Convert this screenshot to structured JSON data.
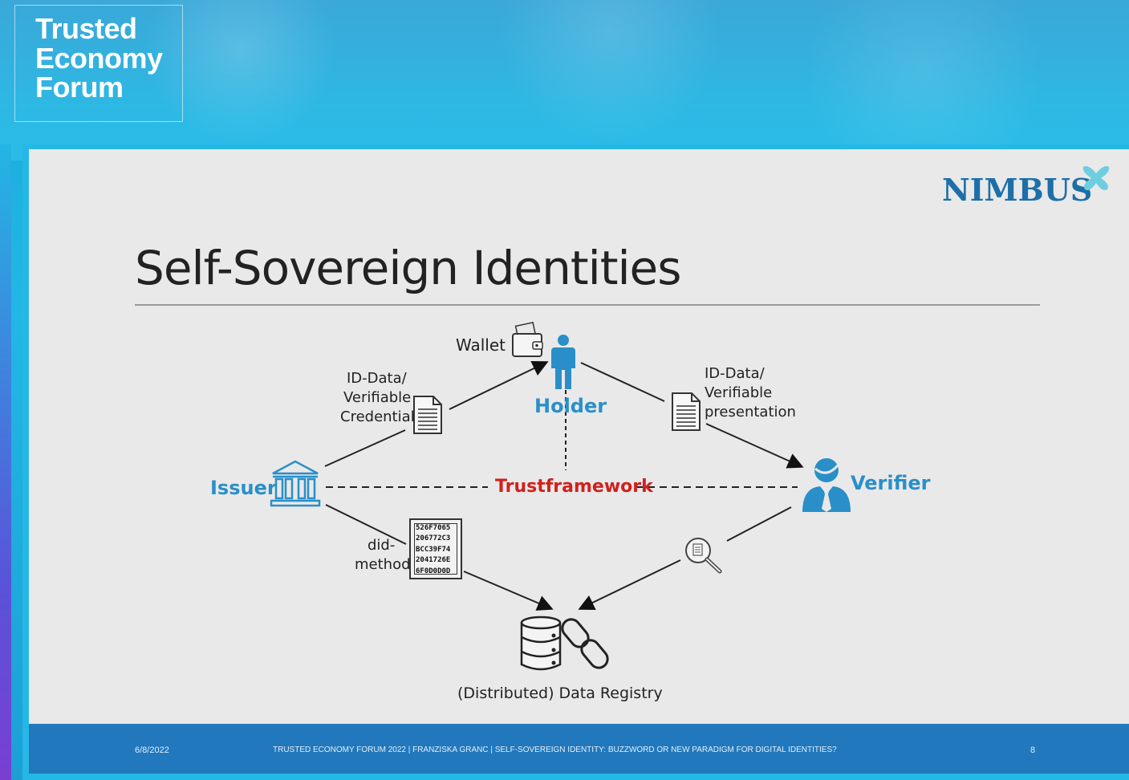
{
  "header": {
    "logo_lines": [
      "Trusted",
      "Economy",
      "Forum"
    ]
  },
  "slide": {
    "brand": "NIMBUS",
    "brand_color": "#1d6fa8",
    "title": "Self-Sovereign Identities",
    "diagram": {
      "wallet": "Wallet",
      "holder": "Holder",
      "issuer": "Issuer",
      "verifier": "Verifier",
      "trustframework": "Trustframework",
      "credential_lines": [
        "ID-Data/",
        "Verifiable",
        "Credential"
      ],
      "presentation_lines": [
        "ID-Data/",
        "Verifiable",
        "presentation"
      ],
      "did_lines": [
        "did-",
        "method"
      ],
      "hex_lines": [
        "526F7065",
        "206772C3",
        "BCC39F74",
        "2041726E",
        "6F0D0D0D"
      ],
      "registry": "(Distributed) Data Registry",
      "role_color": "#2a8fc8",
      "trust_color": "#d0211d"
    }
  },
  "footer": {
    "date": "6/8/2022",
    "text": "TRUSTED ECONOMY FORUM 2022 | FRANZISKA GRANC | SELF-SOVEREIGN IDENTITY: BUZZWORD OR NEW PARADIGM FOR DIGITAL IDENTITIES?",
    "page": "8"
  }
}
